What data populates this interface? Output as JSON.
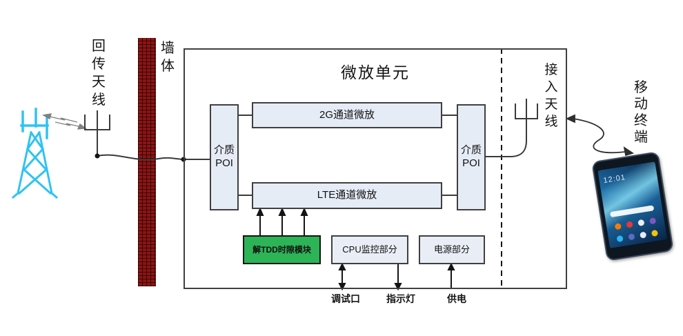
{
  "left": {
    "backhaul_antenna_label": "回传天线",
    "wall_label": "墙体"
  },
  "unit": {
    "title": "微放单元",
    "poi_left": {
      "line1": "介质",
      "line2": "POI"
    },
    "poi_right": {
      "line1": "介质",
      "line2": "POI"
    },
    "channel_2g": "2G通道微放",
    "channel_lte": "LTE通道微放",
    "tdd_module": "解TDD时隙模块",
    "cpu_module": "CPU监控部分",
    "power_module": "电源部分"
  },
  "ports": [
    {
      "label": "调试口"
    },
    {
      "label": "指示灯"
    },
    {
      "label": "供电"
    }
  ],
  "right": {
    "access_antenna_label": "接入天线",
    "mobile_terminal_label": "移动终端",
    "phone": {
      "time": "12:01"
    }
  },
  "icons": {
    "cell_tower": "lattice-tower-shape",
    "backhaul_antenna": "u-cup-antenna",
    "access_antenna": "u-cup-antenna",
    "wireless_link": "zigzag-double-arrow",
    "wall": "red-brick-hatch"
  },
  "colors": {
    "box_fill": "#e6ecf6",
    "tdd_green": "#2db457",
    "wall_red": "#8e1414",
    "tower_cyan": "#2fc3f1",
    "line": "#3a3a3a"
  }
}
